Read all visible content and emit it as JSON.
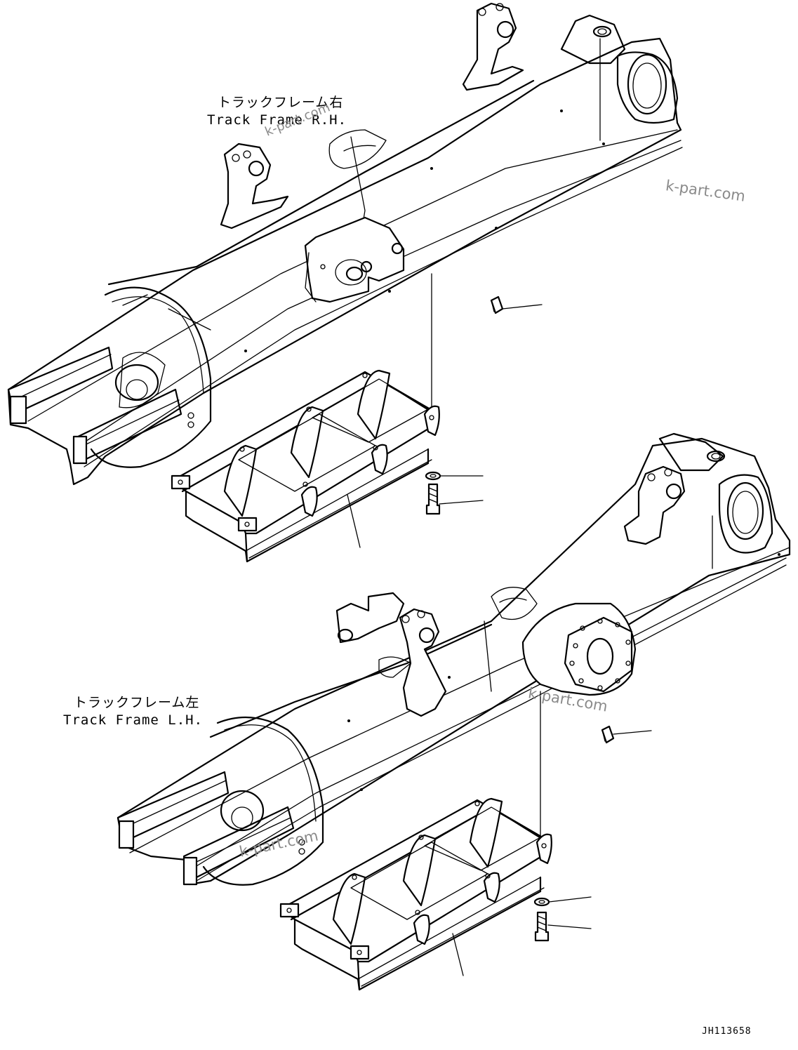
{
  "labels": {
    "rh_jp": "トラックフレーム右",
    "rh_en": "Track Frame R.H.",
    "lh_jp": "トラックフレーム左",
    "lh_en": "Track Frame L.H."
  },
  "watermarks": [
    "k-part.com",
    "k-part.com",
    "k-part.com",
    "k-part.com"
  ],
  "drawing_code": "JH113658",
  "parts": {
    "rh": [
      "frame",
      "guard",
      "plug",
      "washer",
      "bolt"
    ],
    "lh": [
      "frame",
      "guard",
      "plug",
      "washer",
      "bolt"
    ]
  }
}
